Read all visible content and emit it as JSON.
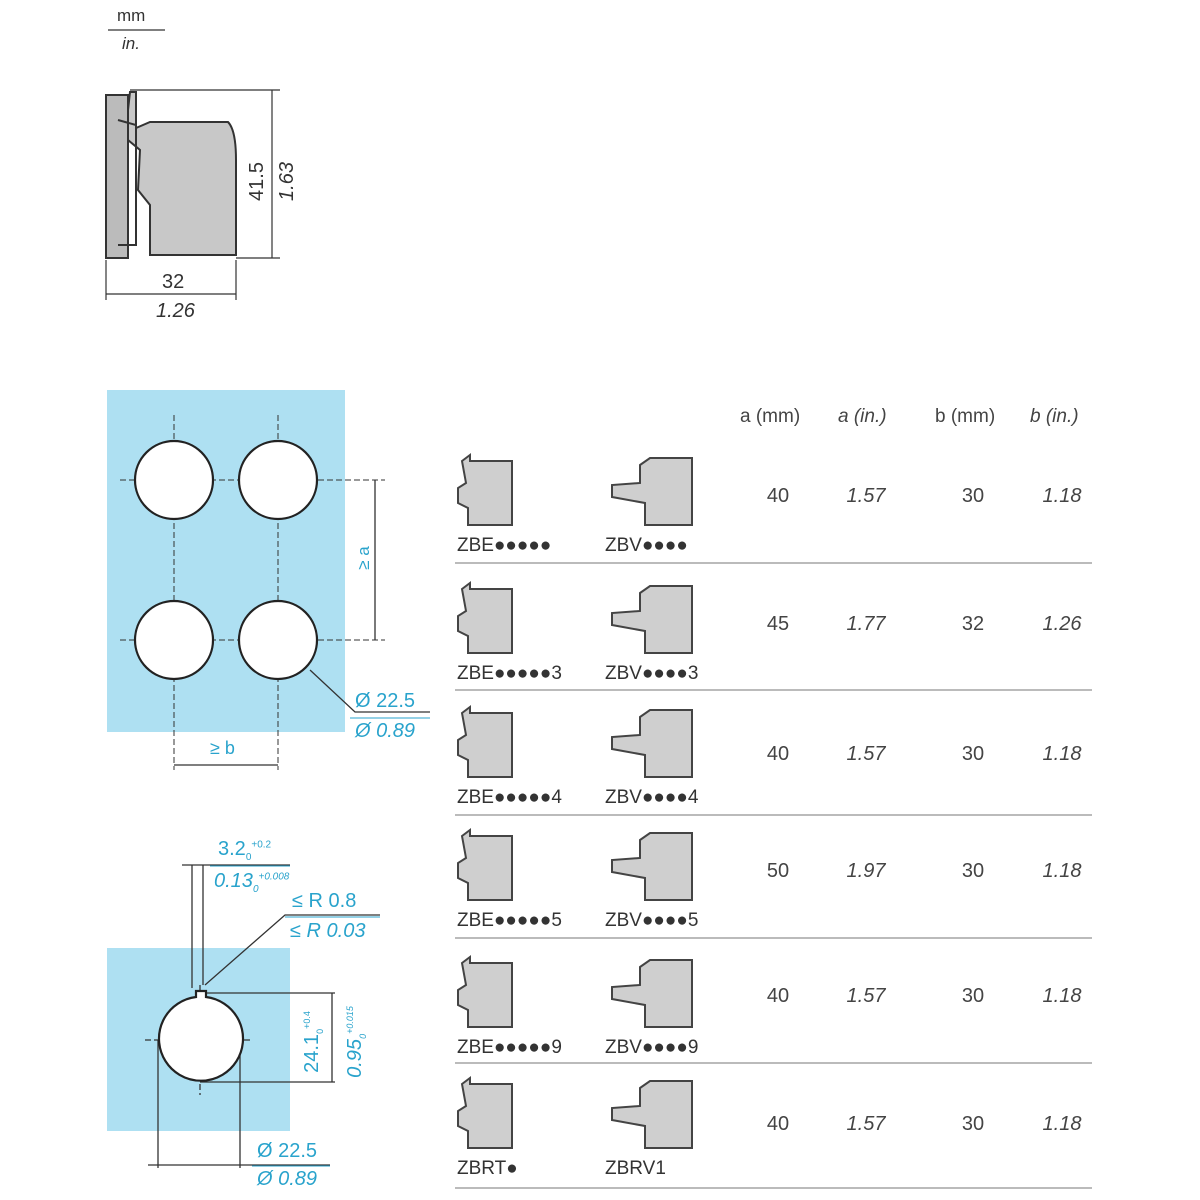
{
  "units": {
    "primary": "mm",
    "secondary": "in."
  },
  "side_view": {
    "height_mm": "41.5",
    "height_in": "1.63",
    "width_mm": "32",
    "width_in": "1.26"
  },
  "cutout_grid": {
    "spacing_a": "≥ a",
    "spacing_b": "≥ b",
    "diameter_mm": "Ø 22.5",
    "diameter_in": "Ø 0.89"
  },
  "single_cutout": {
    "key_width_mm": "3.2",
    "key_width_mm_tol_upper": "+0.2",
    "key_width_mm_tol_lower": "0",
    "key_width_in": "0.13",
    "key_width_in_tol_upper": "+0.008",
    "key_width_in_tol_lower": "0",
    "radius_mm": "≤ R 0.8",
    "radius_in": "≤ R 0.03",
    "key_depth_mm": "24.1",
    "key_depth_mm_tol_upper": "+0.4",
    "key_depth_mm_tol_lower": "0",
    "key_depth_in": "0.95",
    "key_depth_in_tol_upper": "+0.015",
    "key_depth_in_tol_lower": "0",
    "diameter_mm": "Ø 22.5",
    "diameter_in": "Ø 0.89"
  },
  "table": {
    "headers": [
      "a (mm)",
      "a (in.)",
      "b (mm)",
      "b (in.)"
    ],
    "rows": [
      {
        "ref1": "ZBE●●●●●",
        "ref2": "ZBV●●●●",
        "a_mm": "40",
        "a_in": "1.57",
        "b_mm": "30",
        "b_in": "1.18"
      },
      {
        "ref1": "ZBE●●●●●3",
        "ref2": "ZBV●●●●3",
        "a_mm": "45",
        "a_in": "1.77",
        "b_mm": "32",
        "b_in": "1.26"
      },
      {
        "ref1": "ZBE●●●●●4",
        "ref2": "ZBV●●●●4",
        "a_mm": "40",
        "a_in": "1.57",
        "b_mm": "30",
        "b_in": "1.18"
      },
      {
        "ref1": "ZBE●●●●●5",
        "ref2": "ZBV●●●●5",
        "a_mm": "50",
        "a_in": "1.97",
        "b_mm": "30",
        "b_in": "1.18"
      },
      {
        "ref1": "ZBE●●●●●9",
        "ref2": "ZBV●●●●9",
        "a_mm": "40",
        "a_in": "1.57",
        "b_mm": "30",
        "b_in": "1.18"
      },
      {
        "ref1": "ZBRT●",
        "ref2": "ZBRV1",
        "a_mm": "40",
        "a_in": "1.57",
        "b_mm": "30",
        "b_in": "1.18"
      }
    ]
  },
  "colors": {
    "panel": "#aee0f2",
    "dimension_text": "#29a3cc",
    "line": "#333333"
  }
}
